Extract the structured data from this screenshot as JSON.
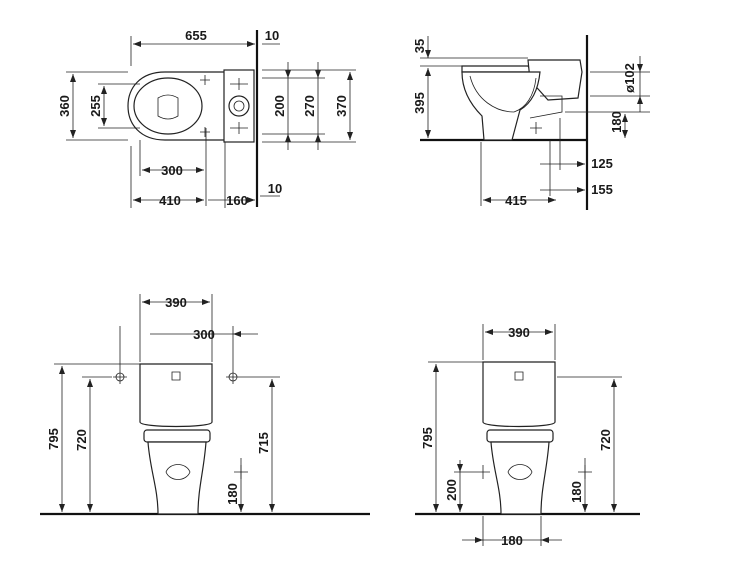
{
  "views": {
    "top": {
      "d_655": "655",
      "d_10a": "10",
      "d_360": "360",
      "d_255": "255",
      "d_200": "200",
      "d_270": "270",
      "d_370": "370",
      "d_300": "300",
      "d_410": "410",
      "d_160": "160",
      "d_10b": "10"
    },
    "side": {
      "d_35": "35",
      "d_395": "395",
      "d_102": "ø102",
      "d_180": "180",
      "d_125": "125",
      "d_155": "155",
      "d_415": "415"
    },
    "front_left": {
      "d_390": "390",
      "d_300": "300",
      "d_795": "795",
      "d_720": "720",
      "d_715": "715",
      "d_180": "180"
    },
    "front_right": {
      "d_390": "390",
      "d_795": "795",
      "d_720": "720",
      "d_200": "200",
      "d_180a": "180",
      "d_180b": "180"
    }
  }
}
